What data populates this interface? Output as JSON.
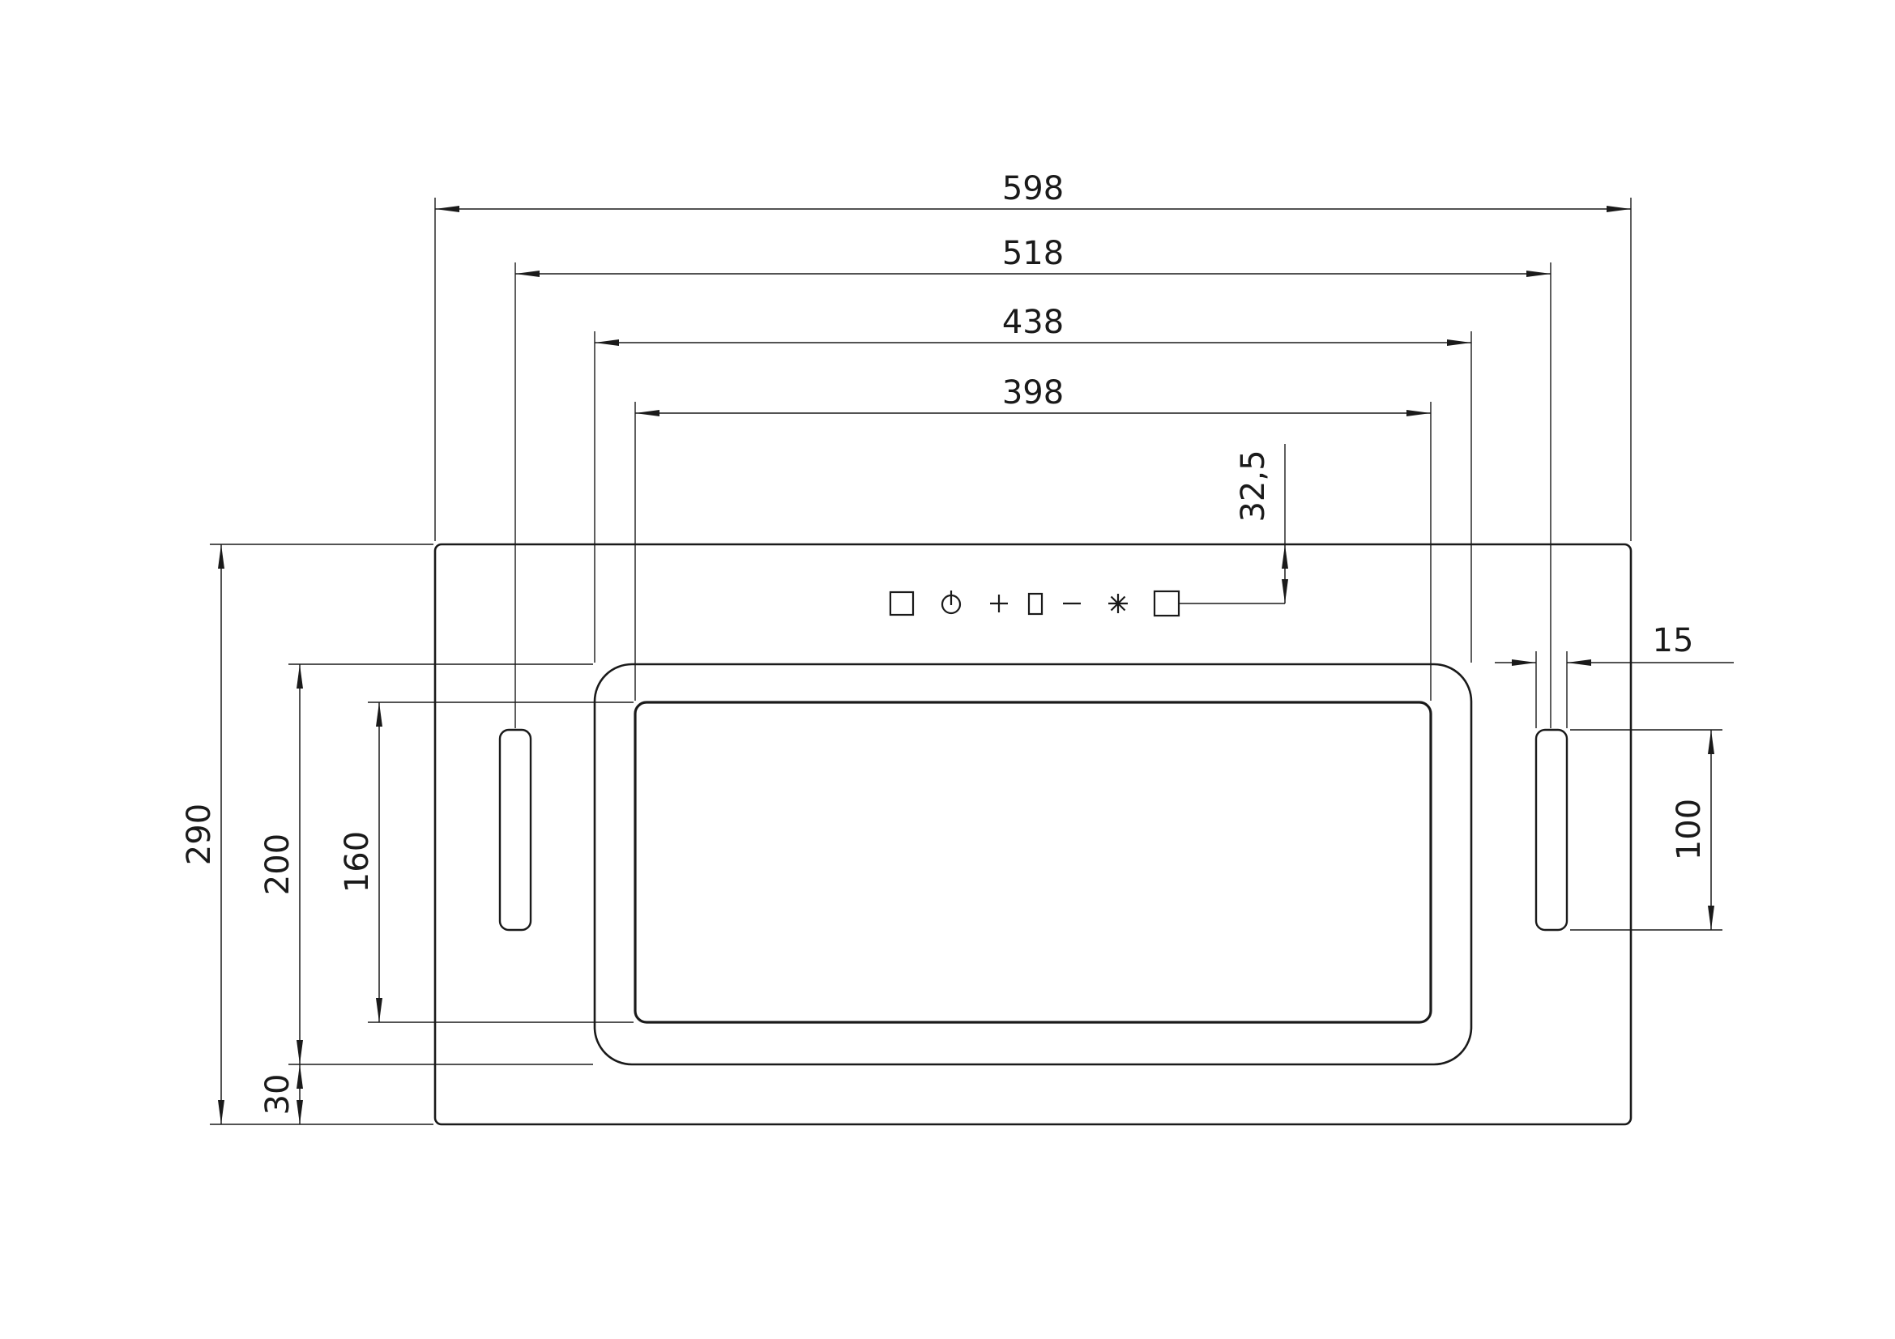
{
  "drawing": {
    "type": "technical-dimension-drawing",
    "subject": "built-in cooker hood - bottom view",
    "units": "mm",
    "background": "#ffffff",
    "line_color": "#1a1a1a",
    "dimensions": {
      "overall_width": "598",
      "mounting_width": "518",
      "canopy_width": "438",
      "filter_width": "398",
      "control_offset": "32,5",
      "overall_depth": "290",
      "canopy_depth": "200",
      "filter_depth": "160",
      "rear_margin": "30",
      "rail_width": "15",
      "rail_length": "100"
    },
    "controls": {
      "icons": [
        "square-button",
        "power",
        "plus",
        "display",
        "minus",
        "fan",
        "square-button"
      ]
    }
  }
}
